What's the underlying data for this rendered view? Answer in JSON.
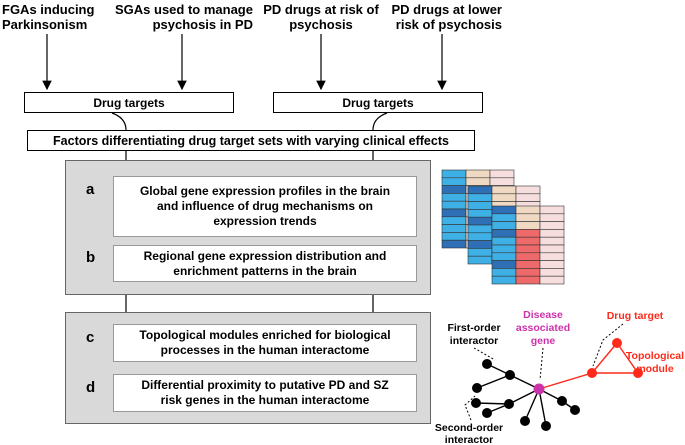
{
  "top_labels": [
    [
      "FGAs inducing",
      "Parkinsonism"
    ],
    [
      "SGAs used to manage",
      "psychosis in PD"
    ],
    [
      "PD drugs at risk of",
      "psychosis"
    ],
    [
      "PD drugs at lower",
      "risk of psychosis"
    ]
  ],
  "drug_targets_left": "Drug targets",
  "drug_targets_right": "Drug targets",
  "factors_title": "Factors differentiating drug target sets with varying clinical effects",
  "panel_top": {
    "a": {
      "letter": "a",
      "lines": [
        "Global gene expression profiles in the brain",
        "and influence of drug mechanisms on",
        "expression trends"
      ]
    },
    "b": {
      "letter": "b",
      "lines": [
        "Regional gene expression distribution and",
        "enrichment patterns in the brain"
      ]
    }
  },
  "panel_bottom": {
    "c": {
      "letter": "c",
      "lines": [
        "Topological modules enriched for biological",
        "processes in the human interactome"
      ]
    },
    "d": {
      "letter": "d",
      "lines": [
        "Differential proximity to putative PD and SZ",
        "risk genes in the human interactome"
      ]
    }
  },
  "network": {
    "first_order": [
      "First-order",
      "interactor"
    ],
    "disease_gene": [
      "Disease",
      "associated",
      "gene"
    ],
    "drug_target": "Drug target",
    "topological_module": [
      "Topological",
      "module"
    ],
    "second_order": [
      "Second-order",
      "interactor"
    ],
    "colors": {
      "black": "#000000",
      "magenta": "#cc33aa",
      "red": "#ff2a1a"
    }
  },
  "heatmap_colors": {
    "blue": "#3fb0e6",
    "darkblue": "#2e6fb5",
    "peach": "#f0d9c3",
    "red": "#ee6a6a",
    "pink": "#f7dede"
  }
}
